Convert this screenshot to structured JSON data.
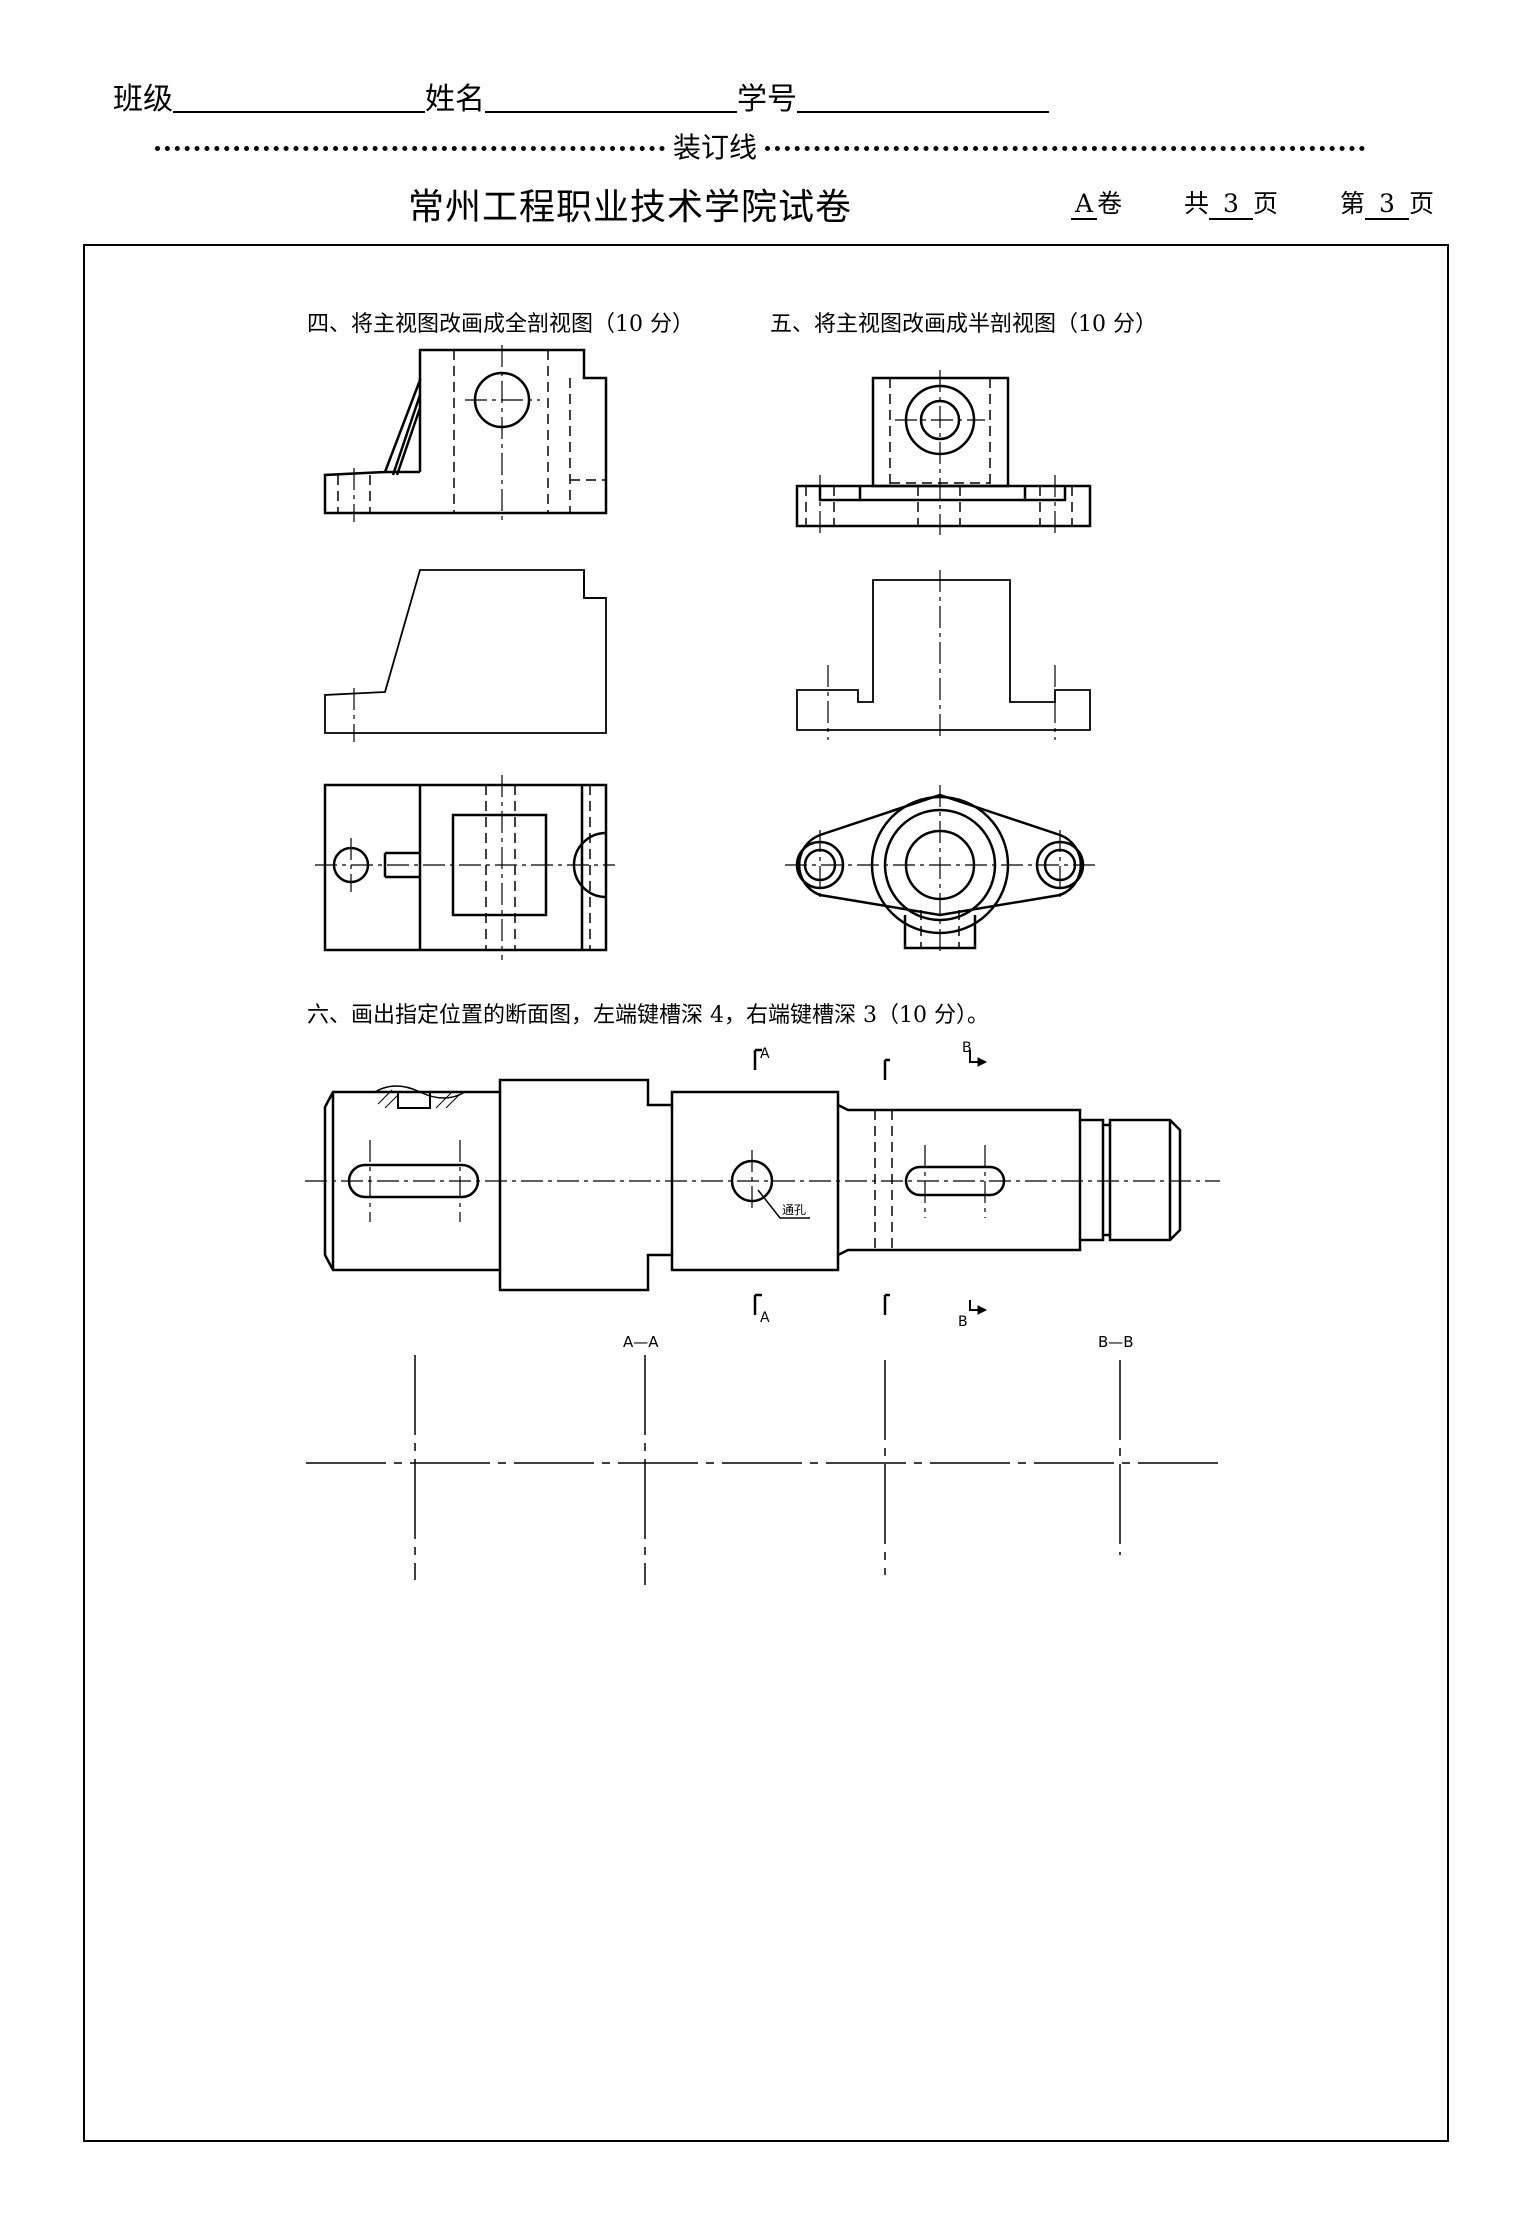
{
  "header": {
    "class_label": "班级",
    "name_label": "姓名",
    "id_label": "学号",
    "binding_line": "装订线",
    "title": "常州工程职业技术学院试卷",
    "paper_letter": "A",
    "paper_suffix": "卷",
    "total_prefix": "共",
    "total_pages": "3",
    "page_unit_1": "页",
    "page_prefix": "第",
    "page_number": "3",
    "page_unit_2": "页"
  },
  "questions": {
    "q4": "四、将主视图改画成全剖视图（10 分）",
    "q5": "五、将主视图改画成半剖视图（10 分）",
    "q6": "六、画出指定位置的断面图，左端键槽深 4，右端键槽深 3（10 分）。"
  },
  "drawing_labels": {
    "section_a": "A",
    "section_b": "B",
    "through_hole": "通孔",
    "section_aa": "A—A",
    "section_bb": "B—B"
  },
  "colors": {
    "ink": "#000000",
    "paper": "#ffffff"
  }
}
